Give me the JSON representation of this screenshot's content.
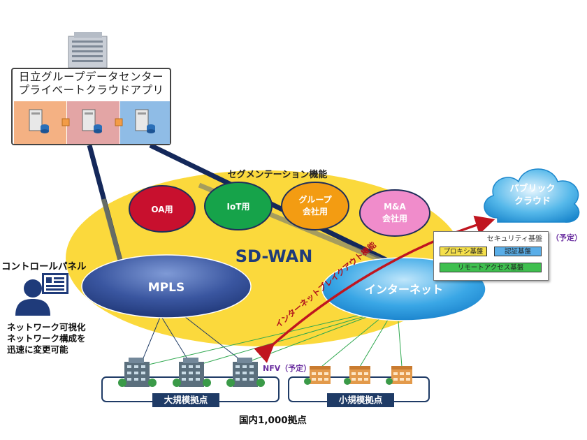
{
  "datacenter": {
    "title_line1": "日立グループデータセンター",
    "title_line2": "プライベートクラウドアプリ"
  },
  "segmentation": {
    "title": "セグメンテーション機能",
    "segments": [
      {
        "label": "OA用",
        "color": "#c8102e"
      },
      {
        "label": "IoT用",
        "color": "#16a34a"
      },
      {
        "label_line1": "グループ",
        "label_line2": "会社用",
        "color": "#f39c12"
      },
      {
        "label_line1": "M&A",
        "label_line2": "会社用",
        "color": "#f08ccb"
      }
    ]
  },
  "sdwan": {
    "label": "SD-WAN"
  },
  "mpls": {
    "label": "MPLS"
  },
  "internet": {
    "label": "インターネット"
  },
  "breakout": {
    "label": "インターネットブレイクアウト機能"
  },
  "public_cloud": {
    "line1": "パブリック",
    "line2": "クラウド"
  },
  "security": {
    "title": "セキュリティ基盤",
    "planned": "（予定）",
    "proxy": "プロキシ基盤",
    "auth": "認証基盤",
    "remote": "リモートアクセス基盤"
  },
  "control_panel": {
    "title": "コントロールパネル",
    "desc_line1": "ネットワーク可視化",
    "desc_line2": "ネットワーク構成を",
    "desc_line3": "迅速に変更可能"
  },
  "nfv": {
    "label": "NFV（予定）"
  },
  "sites": {
    "large": "大規模拠点",
    "small": "小規模拠点",
    "total": "国内1,000拠点"
  },
  "colors": {
    "sdwan_fill": "#fbd93c",
    "mpls_fill": "#2e4a8c",
    "internet_fill": "#1e90d8",
    "cloud_fill": "#2a9fd8",
    "breakout_arrow": "#c0151f",
    "navy_link": "#14285a"
  }
}
